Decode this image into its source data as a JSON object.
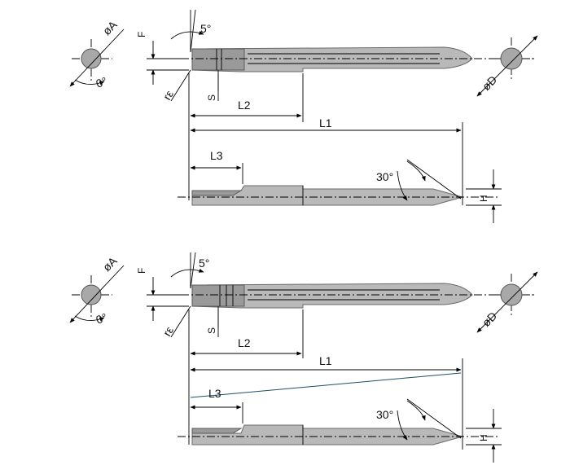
{
  "labels": {
    "diameter_a": "øA",
    "diameter_d": "øD",
    "zero_deg": "0°",
    "five_deg": "5°",
    "thirty_deg": "30°",
    "f": "F",
    "s": "S",
    "r_eps": "rε",
    "l1": "L1",
    "l2": "L2",
    "l3": "L3",
    "h": "H"
  },
  "colors": {
    "tool_body": "#b9b9b9",
    "tool_outline": "#6a6a6a",
    "line": "#000000",
    "l1_line_variant_b": "#1f4f66"
  }
}
